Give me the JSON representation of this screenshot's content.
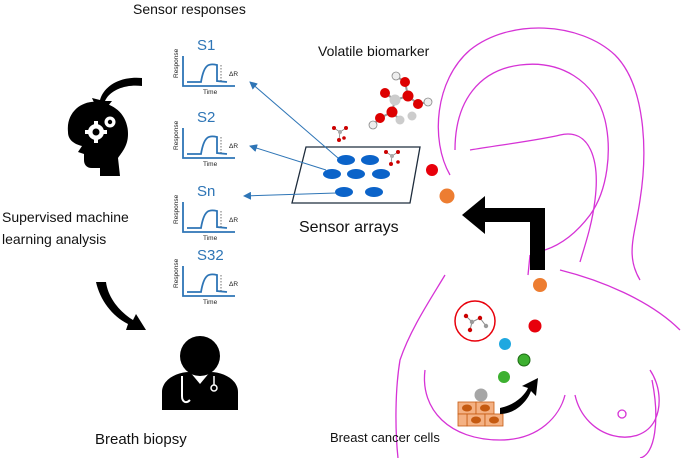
{
  "labels": {
    "sensor_responses": "Sensor responses",
    "volatile_biomarker": "Volatile biomarker",
    "supervised_line1": "Supervised machine",
    "supervised_line2": "learning analysis",
    "sensor_arrays": "Sensor arrays",
    "breath_biopsy": "Breath biopsy",
    "breast_cancer_cells": "Breast cancer cells"
  },
  "sensors": [
    {
      "name": "S1",
      "ylabel": "Response",
      "xlabel": "Time",
      "delta": "ΔR"
    },
    {
      "name": "S2",
      "ylabel": "Response",
      "xlabel": "Time",
      "delta": "ΔR"
    },
    {
      "name": "Sn",
      "ylabel": "Response",
      "xlabel": "Time",
      "delta": "ΔR"
    },
    {
      "name": "S32",
      "ylabel": "Response",
      "xlabel": "Time",
      "delta": "ΔR"
    }
  ],
  "colors": {
    "body_outline": "#D633D6",
    "sensor_blue": "#2E75B6",
    "sensor_dot": "#0B63C9",
    "red": "#E8000B",
    "orange": "#ED7D31",
    "cyan": "#1FA8E0",
    "green": "#3DB030",
    "gray": "#A6A6A6",
    "black": "#000000"
  },
  "icons": [
    "brain-gears-icon",
    "doctor-icon",
    "molecule-icon",
    "cells-icon"
  ]
}
